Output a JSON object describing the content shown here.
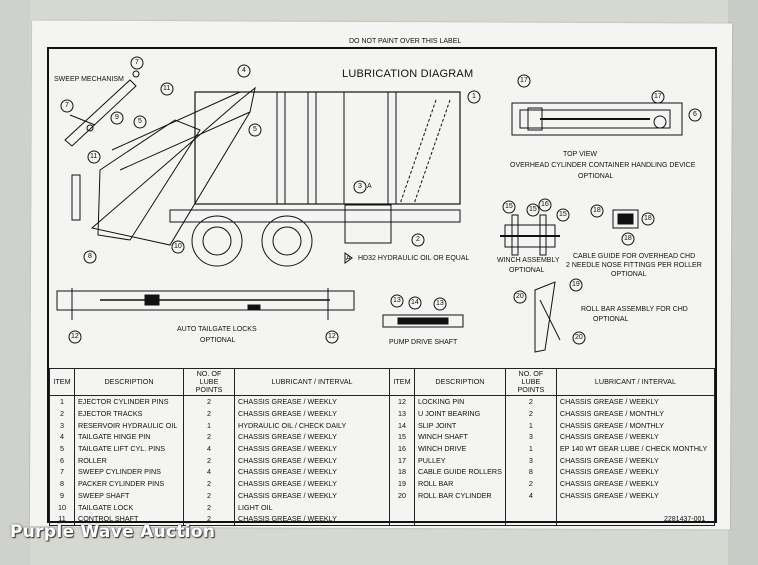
{
  "header_notice": "DO NOT PAINT OVER THIS LABEL",
  "title": "LUBRICATION DIAGRAM",
  "part_number": "2281437-001",
  "watermark": "Purple Wave Auction",
  "views": {
    "sweep_mechanism": "SWEEP MECHANISM",
    "top_view_line1": "TOP VIEW",
    "top_view_line2": "OVERHEAD CYLINDER CONTAINER HANDLING DEVICE",
    "top_view_line3": "OPTIONAL",
    "hydraulic_note": "HD32 HYDRAULIC OIL OR EQUAL",
    "hydraulic_badge": "A",
    "winch_line1": "WINCH ASSEMBLY",
    "winch_line2": "OPTIONAL",
    "cable_line1": "CABLE GUIDE FOR OVERHEAD CHD",
    "cable_line2": "2 NEEDLE NOSE FITTINGS PER ROLLER",
    "cable_line3": "OPTIONAL",
    "tailgate_line1": "AUTO TAILGATE LOCKS",
    "tailgate_line2": "OPTIONAL",
    "pump_shaft": "PUMP DRIVE SHAFT",
    "rollbar_line1": "ROLL BAR ASSEMBLY FOR CHD",
    "rollbar_line2": "OPTIONAL"
  },
  "callouts": [
    "1",
    "2",
    "3",
    "4",
    "5",
    "6",
    "7",
    "8",
    "9",
    "10",
    "11",
    "12",
    "13",
    "14",
    "15",
    "16",
    "17",
    "18",
    "19",
    "20"
  ],
  "table": {
    "headers": {
      "item": "ITEM",
      "description": "DESCRIPTION",
      "points_line1": "NO. OF",
      "points_line2": "LUBE POINTS",
      "lubricant": "LUBRICANT / INTERVAL"
    },
    "left": [
      {
        "item": "1",
        "description": "EJECTOR CYLINDER PINS",
        "points": "2",
        "lubricant": "CHASSIS GREASE / WEEKLY"
      },
      {
        "item": "2",
        "description": "EJECTOR TRACKS",
        "points": "2",
        "lubricant": "CHASSIS GREASE / WEEKLY"
      },
      {
        "item": "3",
        "description": "RESERVOIR HYDRAULIC OIL",
        "points": "1",
        "lubricant": "HYDRAULIC OIL / CHECK DAILY"
      },
      {
        "item": "4",
        "description": "TAILGATE HINGE PIN",
        "points": "2",
        "lubricant": "CHASSIS GREASE / WEEKLY"
      },
      {
        "item": "5",
        "description": "TAILGATE LIFT CYL. PINS",
        "points": "4",
        "lubricant": "CHASSIS GREASE / WEEKLY"
      },
      {
        "item": "6",
        "description": "ROLLER",
        "points": "2",
        "lubricant": "CHASSIS GREASE / WEEKLY"
      },
      {
        "item": "7",
        "description": "SWEEP CYLINDER PINS",
        "points": "4",
        "lubricant": "CHASSIS GREASE / WEEKLY"
      },
      {
        "item": "8",
        "description": "PACKER CYLINDER PINS",
        "points": "2",
        "lubricant": "CHASSIS GREASE / WEEKLY"
      },
      {
        "item": "9",
        "description": "SWEEP SHAFT",
        "points": "2",
        "lubricant": "CHASSIS GREASE / WEEKLY"
      },
      {
        "item": "10",
        "description": "TAILGATE LOCK",
        "points": "2",
        "lubricant": "LIGHT OIL"
      },
      {
        "item": "11",
        "description": "CONTROL SHAFT",
        "points": "2",
        "lubricant": "CHASSIS GREASE / WEEKLY"
      }
    ],
    "right": [
      {
        "item": "12",
        "description": "LOCKING PIN",
        "points": "2",
        "lubricant": "CHASSIS GREASE / WEEKLY"
      },
      {
        "item": "13",
        "description": "U JOINT BEARING",
        "points": "2",
        "lubricant": "CHASSIS GREASE / MONTHLY"
      },
      {
        "item": "14",
        "description": "SLIP JOINT",
        "points": "1",
        "lubricant": "CHASSIS GREASE / MONTHLY"
      },
      {
        "item": "15",
        "description": "WINCH SHAFT",
        "points": "3",
        "lubricant": "CHASSIS GREASE / WEEKLY"
      },
      {
        "item": "16",
        "description": "WINCH DRIVE",
        "points": "1",
        "lubricant": "EP 140 WT GEAR LUBE / CHECK MONTHLY"
      },
      {
        "item": "17",
        "description": "PULLEY",
        "points": "3",
        "lubricant": "CHASSIS GREASE / WEEKLY"
      },
      {
        "item": "18",
        "description": "CABLE GUIDE ROLLERS",
        "points": "8",
        "lubricant": "CHASSIS GREASE / WEEKLY"
      },
      {
        "item": "19",
        "description": "ROLL BAR",
        "points": "2",
        "lubricant": "CHASSIS GREASE / WEEKLY"
      },
      {
        "item": "20",
        "description": "ROLL BAR CYLINDER",
        "points": "4",
        "lubricant": "CHASSIS GREASE / WEEKLY"
      }
    ]
  }
}
